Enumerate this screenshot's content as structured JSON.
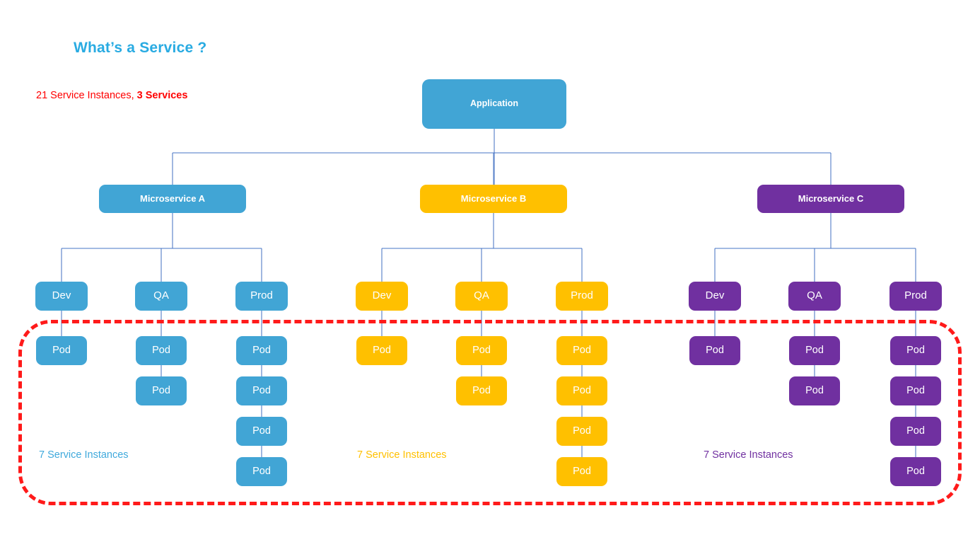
{
  "header": {
    "title": "What’s a Service ?",
    "title_color": "#29ABE2"
  },
  "summary": {
    "instances_text": "21 Service Instances, ",
    "services_text": "3 Services",
    "color": "#FF0000"
  },
  "palette": {
    "blue": "#41A5D5",
    "yellow": "#FFC000",
    "purple": "#7030A0",
    "connector": "#4472C4",
    "highlight": "#FF1A1A"
  },
  "root": {
    "label": "Application",
    "color": "blue"
  },
  "microservices": [
    {
      "label": "Microservice A",
      "color": "blue",
      "instances_label": "7 Service Instances",
      "environments": [
        {
          "label": "Dev",
          "pods": [
            "Pod"
          ]
        },
        {
          "label": "QA",
          "pods": [
            "Pod",
            "Pod"
          ]
        },
        {
          "label": "Prod",
          "pods": [
            "Pod",
            "Pod",
            "Pod",
            "Pod"
          ]
        }
      ]
    },
    {
      "label": "Microservice B",
      "color": "yellow",
      "instances_label": "7 Service Instances",
      "environments": [
        {
          "label": "Dev",
          "pods": [
            "Pod"
          ]
        },
        {
          "label": "QA",
          "pods": [
            "Pod",
            "Pod"
          ]
        },
        {
          "label": "Prod",
          "pods": [
            "Pod",
            "Pod",
            "Pod",
            "Pod"
          ]
        }
      ]
    },
    {
      "label": "Microservice C",
      "color": "purple",
      "instances_label": "7 Service Instances",
      "environments": [
        {
          "label": "Dev",
          "pods": [
            "Pod"
          ]
        },
        {
          "label": "QA",
          "pods": [
            "Pod",
            "Pod"
          ]
        },
        {
          "label": "Prod",
          "pods": [
            "Pod",
            "Pod",
            "Pod",
            "Pod"
          ]
        }
      ]
    }
  ]
}
